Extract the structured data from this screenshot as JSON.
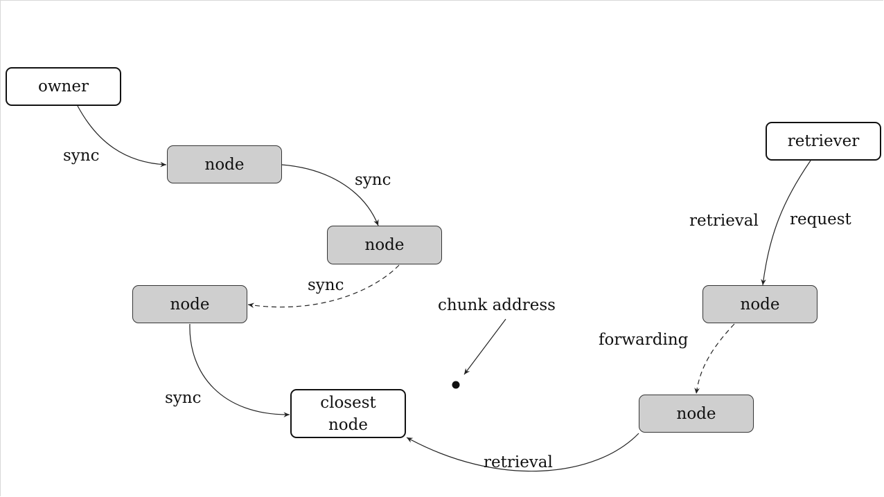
{
  "nodes": {
    "owner": "owner",
    "node_a": "node",
    "node_b": "node",
    "node_c": "node",
    "closest_node": "closest\nnode",
    "retriever": "retriever",
    "node_d": "node",
    "node_e": "node"
  },
  "labels": {
    "sync_owner_to_node": "sync",
    "sync_node_a_to_b": "sync",
    "sync_node_b_to_c": "sync",
    "sync_node_c_to_closest": "sync",
    "chunk_address": "chunk address",
    "retrieval_request_left": "retrieval",
    "retrieval_request_right": "request",
    "forwarding": "forwarding",
    "retrieval_return": "retrieval"
  }
}
